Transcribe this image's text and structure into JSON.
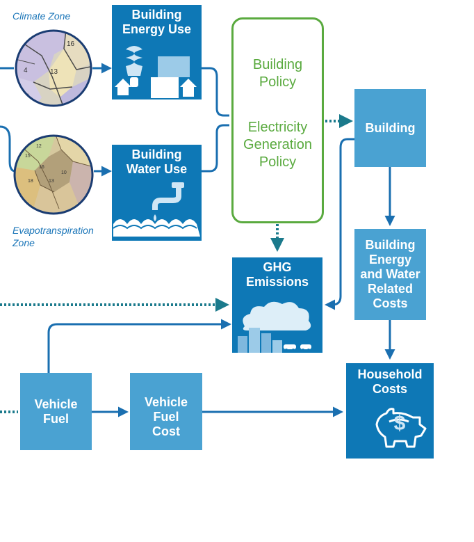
{
  "zones": {
    "climate": "Climate Zone",
    "evapotranspiration_line1": "Evapotranspiration",
    "evapotranspiration_line2": "Zone"
  },
  "climate_map_numbers": [
    "16",
    "4",
    "13"
  ],
  "evap_map_numbers": [
    "12",
    "15",
    "16",
    "18",
    "13",
    "10"
  ],
  "boxes": {
    "building_energy_use": [
      "Building",
      "Energy Use"
    ],
    "building_water_use": [
      "Building",
      "Water Use"
    ],
    "building": [
      "Building"
    ],
    "ghg_emissions": [
      "GHG",
      "Emissions"
    ],
    "building_costs": [
      "Building",
      "Energy",
      "and Water",
      "Related",
      "Costs"
    ],
    "household_costs": [
      "Household",
      "Costs"
    ],
    "vehicle_fuel": [
      "Vehicle Fuel"
    ],
    "vehicle_fuel_cost": [
      "Vehicle Fuel",
      "Cost"
    ]
  },
  "policy": {
    "building_policy": [
      "Building",
      "Policy"
    ],
    "electricity_policy": [
      "Electricity",
      "Generation",
      "Policy"
    ]
  },
  "piggy_symbol": "$",
  "colors": {
    "dark_blue": "#0e78b6",
    "light_blue": "#4aa2d2",
    "policy_green": "#5aaa3f",
    "arrow_blue": "#1a6fb0",
    "dotted_teal": "#1b7a8c"
  }
}
